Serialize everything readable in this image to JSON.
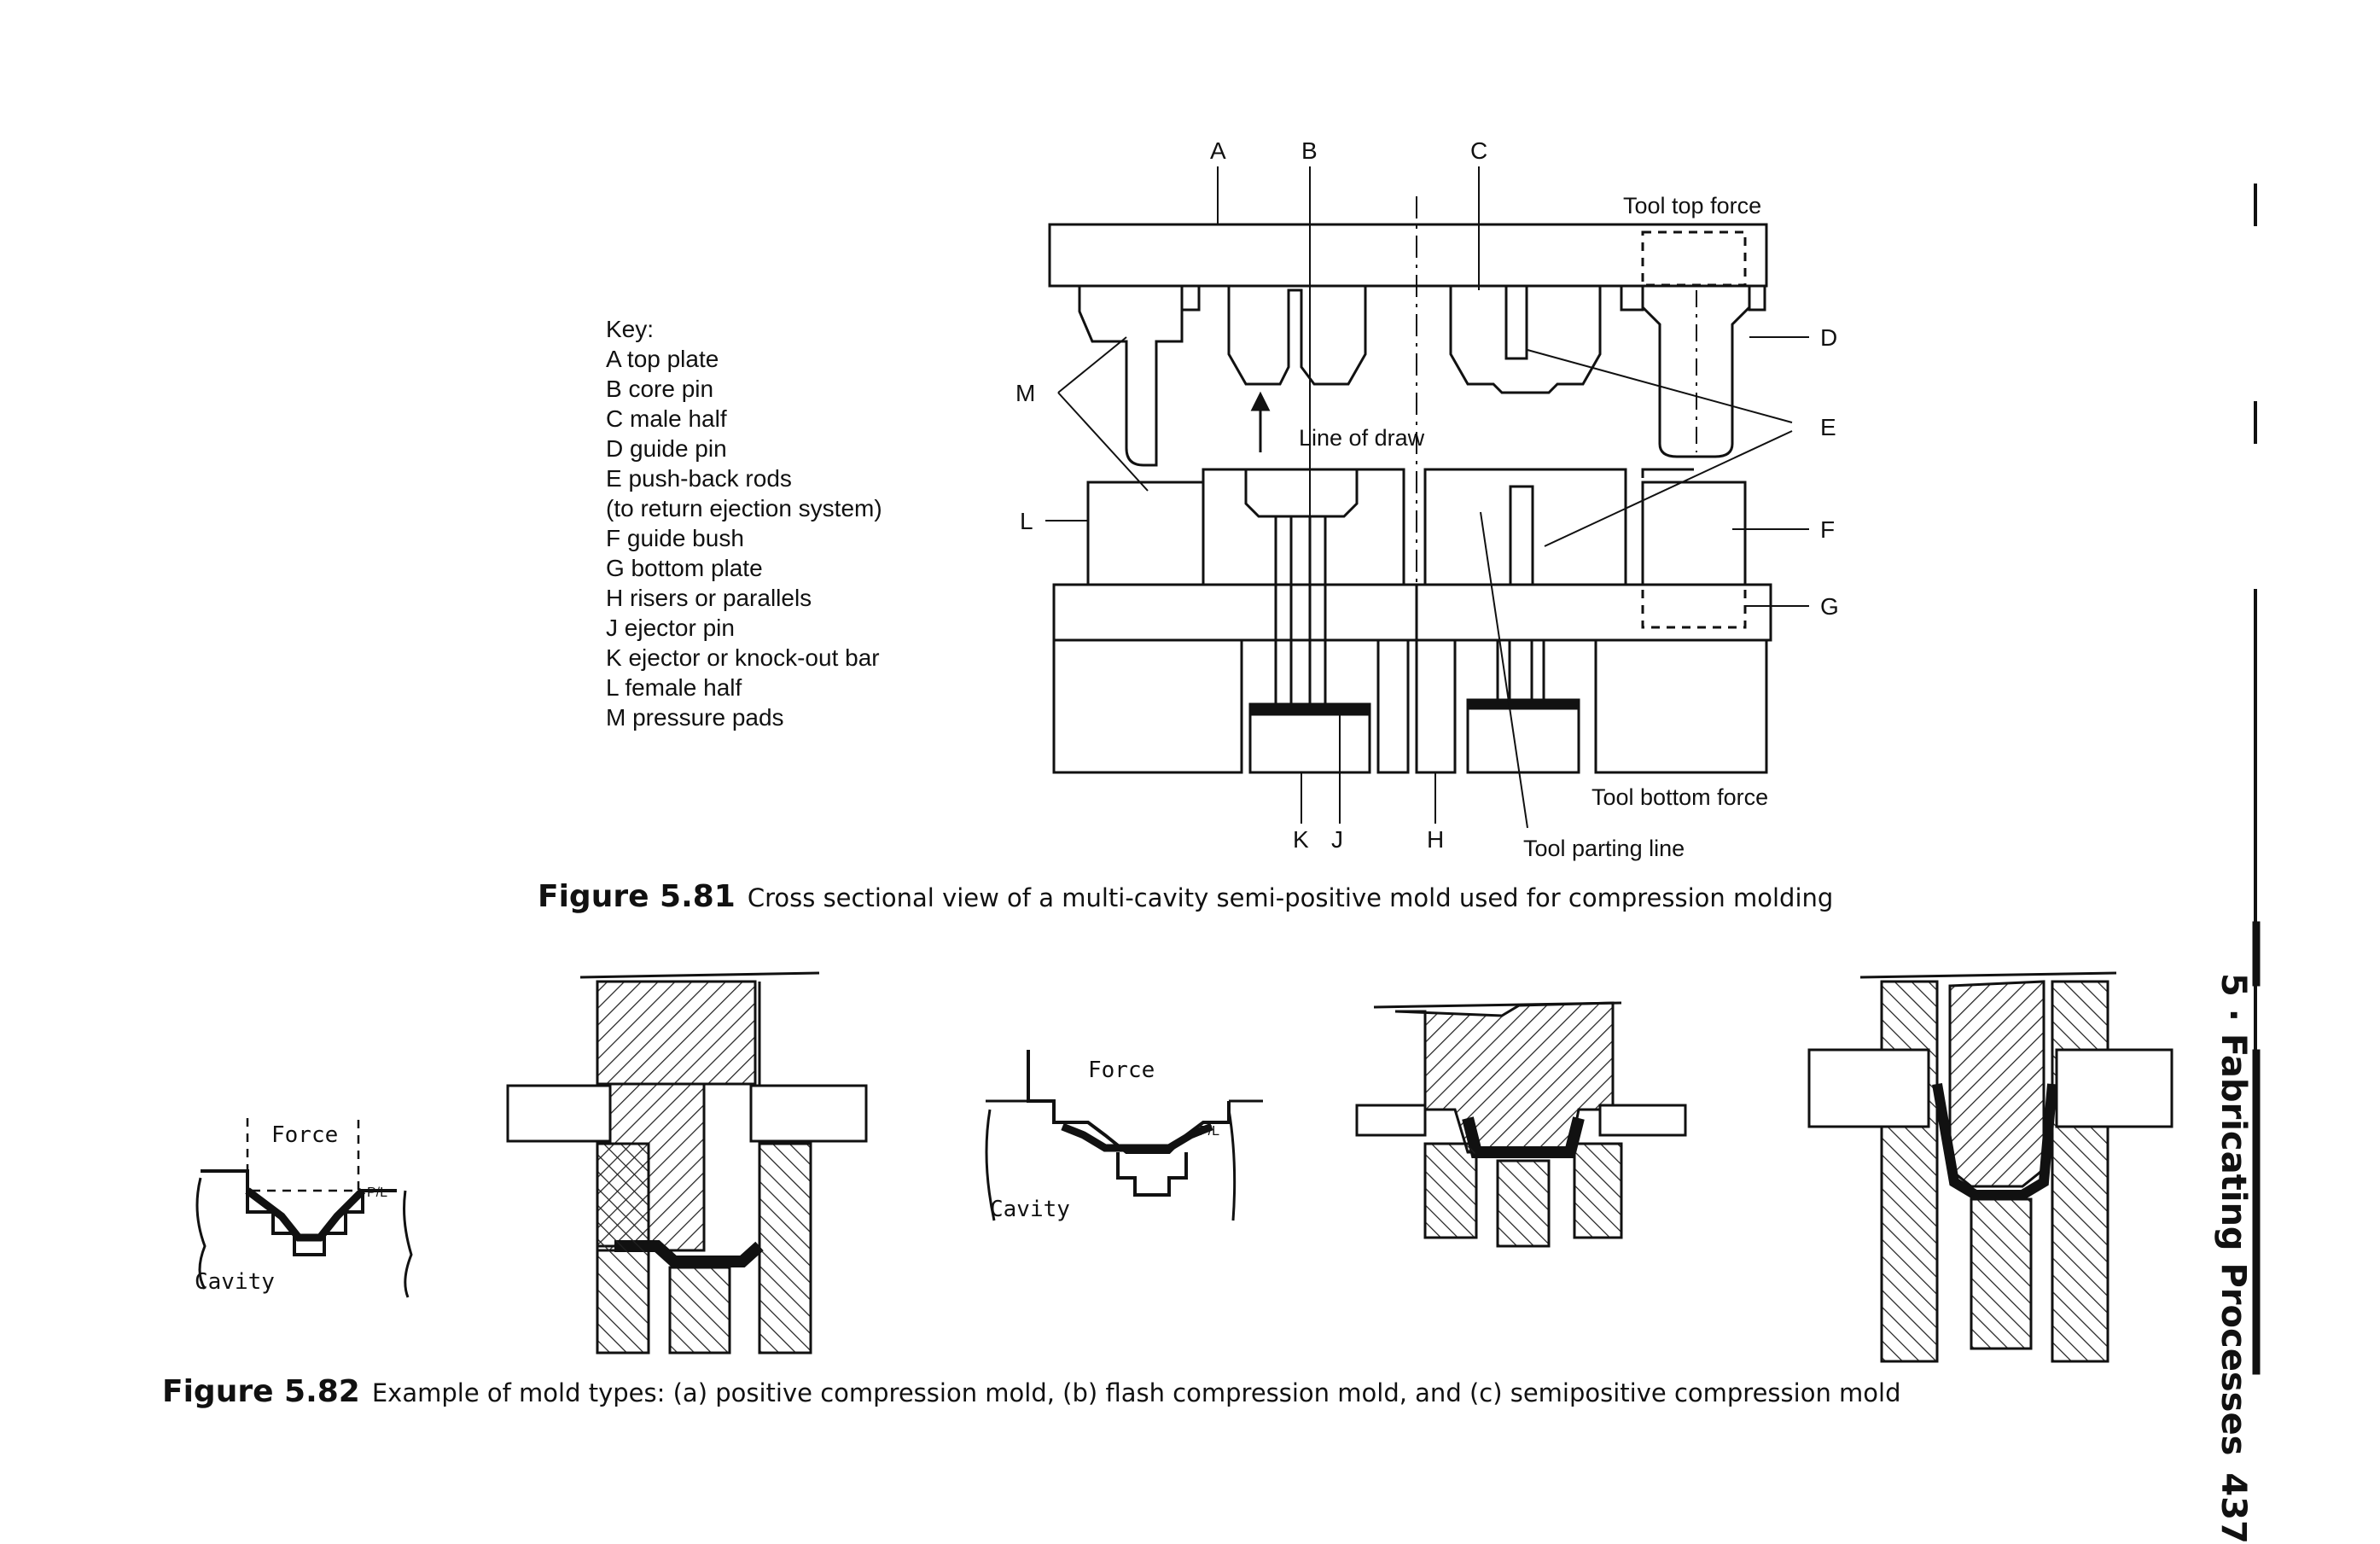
{
  "running_head": {
    "chapter": "5 · Fabricating Processes",
    "page_number": "437"
  },
  "figure_581": {
    "label": "Figure 5.81",
    "caption": "Cross sectional view of a multi-cavity semi-positive mold used for compression molding",
    "key_title": "Key:",
    "key_items": [
      "A top plate",
      "B core pin",
      "C male half",
      "D guide pin",
      "E push-back rods",
      "(to return ejection system)",
      "F guide bush",
      "G bottom plate",
      "H risers or parallels",
      "J ejector pin",
      "K ejector or knock-out bar",
      "L female half",
      "M pressure pads"
    ],
    "callouts": {
      "A": "A",
      "B": "B",
      "C": "C",
      "D": "D",
      "E": "E",
      "F": "F",
      "G": "G",
      "H": "H",
      "J": "J",
      "K": "K",
      "L": "L",
      "M": "M"
    },
    "annotations": {
      "tool_top_force": "Tool top force",
      "line_of_draw": "Line of draw",
      "tool_bottom_force": "Tool bottom force",
      "tool_parting_line": "Tool parting line"
    }
  },
  "figure_582": {
    "label": "Figure 5.82",
    "caption": "Example of mold types: (a) positive compression mold, (b) flash compression mold, and (c) semipositive compression mold",
    "labels": {
      "force": "Force",
      "cavity": "Cavity",
      "pl": "P/L"
    }
  }
}
